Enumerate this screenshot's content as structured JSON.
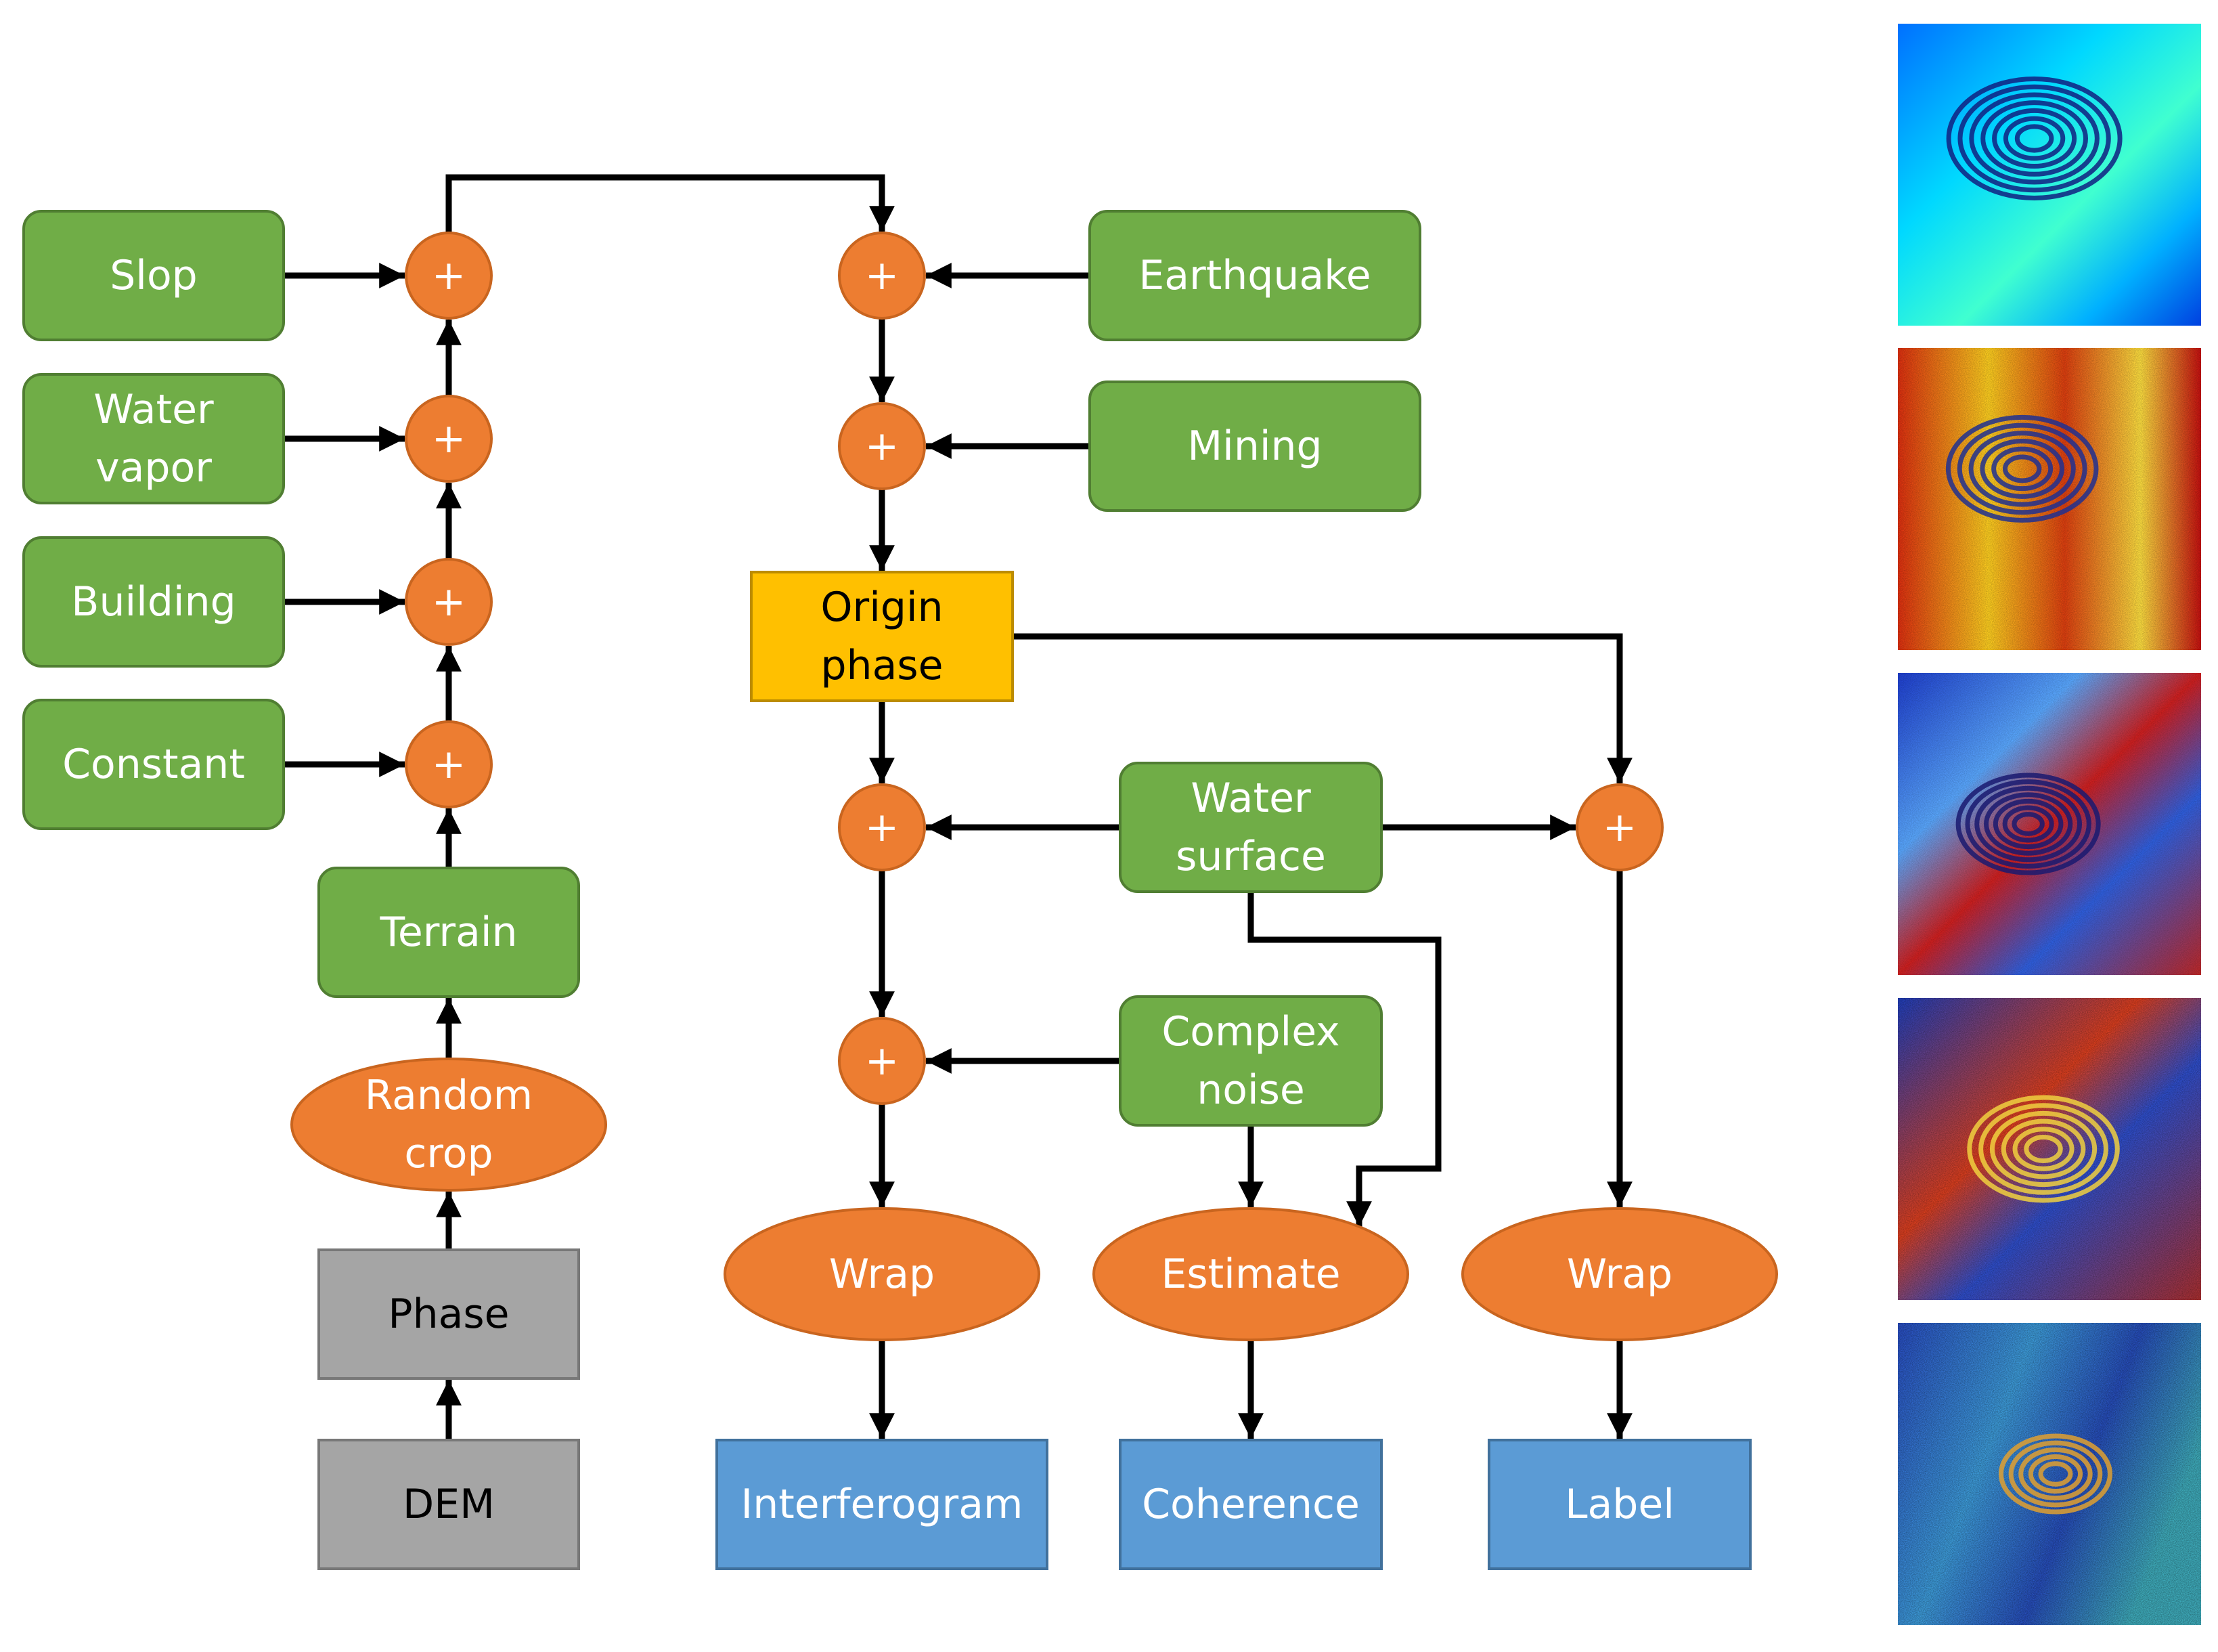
{
  "colors": {
    "input_green": "#70ad47",
    "operation_orange": "#ed7d31",
    "output_blue": "#5b9bd5",
    "source_gray": "#a5a5a5",
    "origin_gold": "#ffc000",
    "arrow": "#000000"
  },
  "nodes": {
    "slop": "Slop",
    "water_vapor": [
      "Water",
      "vapor"
    ],
    "building": "Building",
    "constant": "Constant",
    "terrain": "Terrain",
    "random_crop": [
      "Random",
      "crop"
    ],
    "phase": "Phase",
    "dem": "DEM",
    "earthquake": "Earthquake",
    "mining": "Mining",
    "origin_phase": [
      "Origin",
      "phase"
    ],
    "water_surface": [
      "Water",
      "surface"
    ],
    "complex_noise": [
      "Complex",
      "noise"
    ],
    "wrap": "Wrap",
    "estimate": "Estimate",
    "interferogram": "Interferogram",
    "coherence": "Coherence",
    "label": "Label",
    "plus": "+"
  },
  "sample_images": [
    {
      "name": "sample-earthquake-phase-image",
      "palette": "jet-smooth"
    },
    {
      "name": "sample-noisy-phase-image",
      "palette": "hot-noisy"
    },
    {
      "name": "sample-wrapped-phase-image",
      "palette": "blue-red-noisy"
    },
    {
      "name": "sample-interferogram-image",
      "palette": "blue-red-speckle"
    },
    {
      "name": "sample-coherence-image",
      "palette": "blue-speckle"
    }
  ]
}
